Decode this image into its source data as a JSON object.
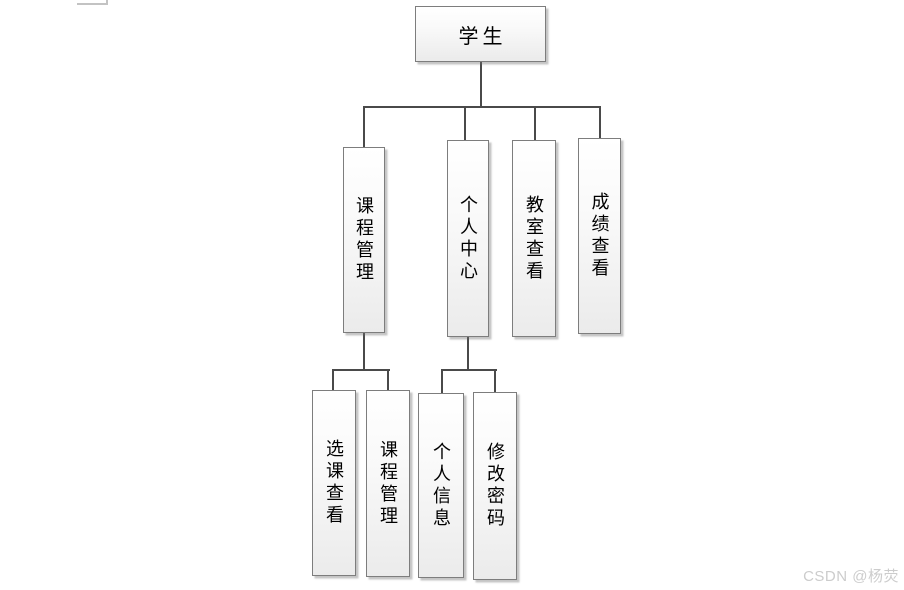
{
  "diagram": {
    "root": {
      "label": "学生"
    },
    "level2": [
      {
        "label": "课程管理"
      },
      {
        "label": "个人中心"
      },
      {
        "label": "教室查看"
      },
      {
        "label": "成绩查看"
      }
    ],
    "level3": [
      {
        "label": "选课查看",
        "parent": "课程管理"
      },
      {
        "label": "课程管理",
        "parent": "课程管理"
      },
      {
        "label": "个人信息",
        "parent": "个人中心"
      },
      {
        "label": "修改密码",
        "parent": "个人中心"
      }
    ],
    "line_color": "#4a4a4a",
    "box_border_color": "#7d7d7d"
  },
  "watermark": {
    "text": "CSDN @杨荧"
  }
}
